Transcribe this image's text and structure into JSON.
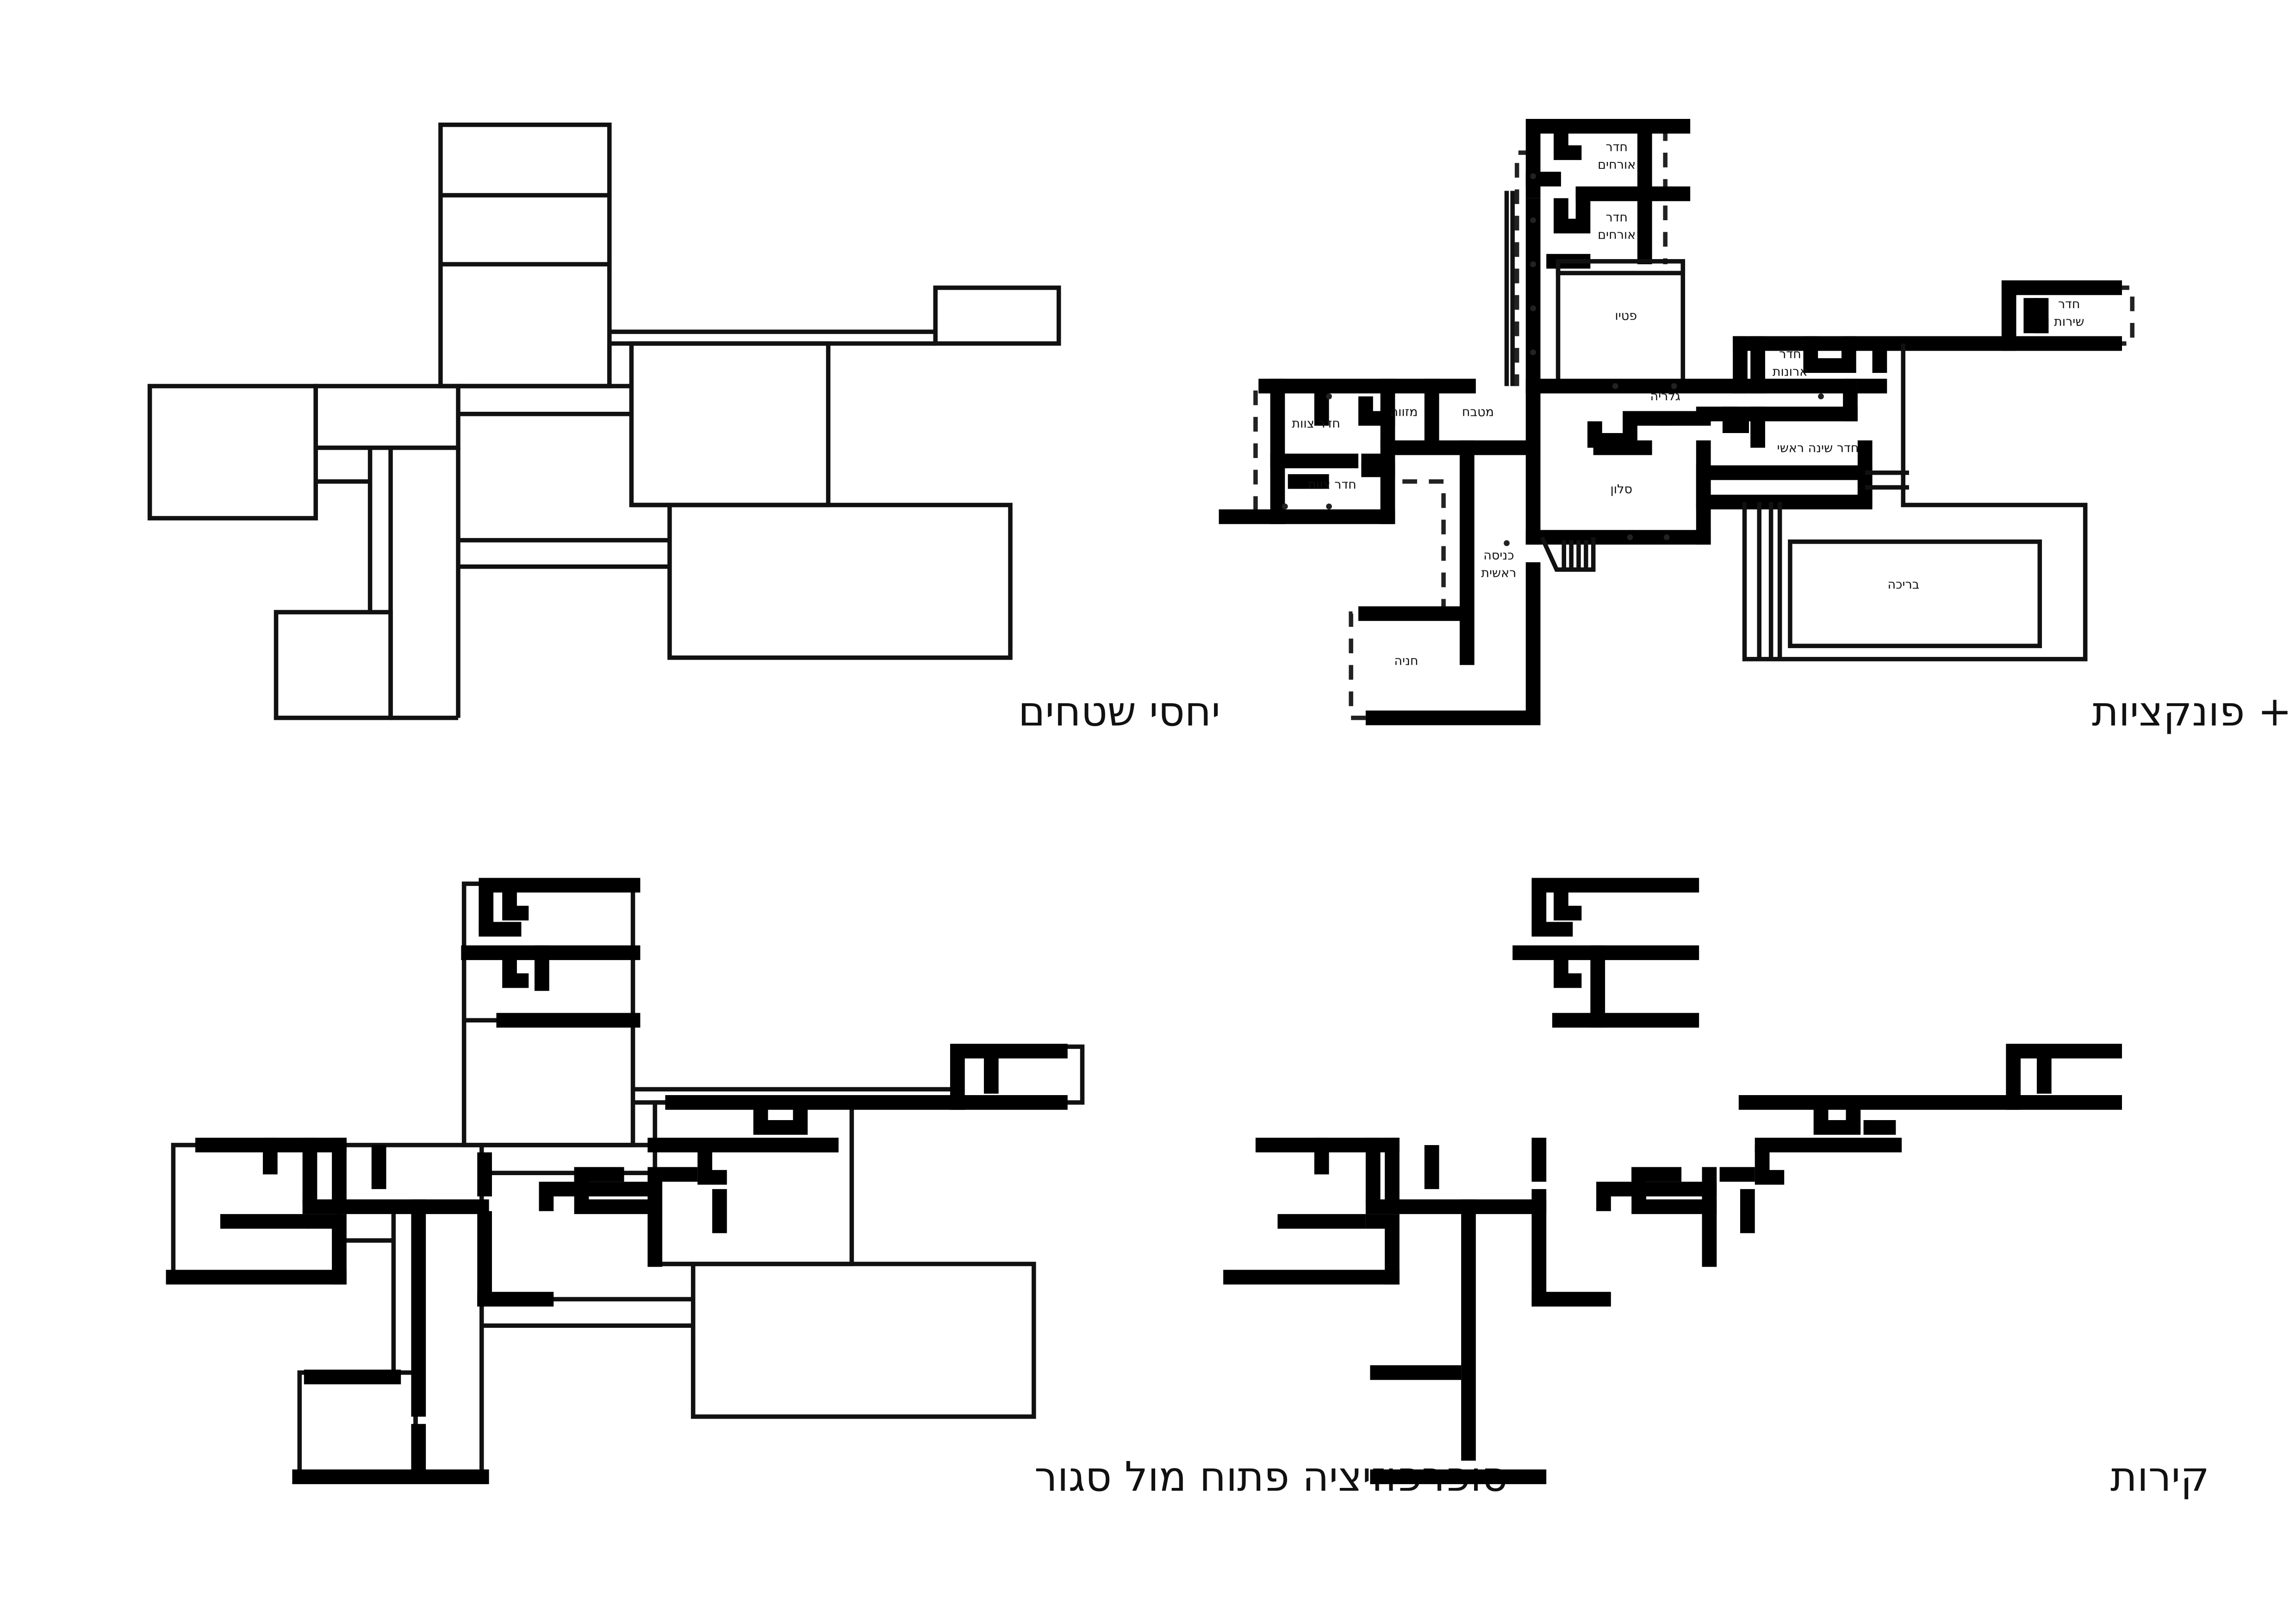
{
  "panels": {
    "area_relations": {
      "title": "יחסי שטחים"
    },
    "general_plan": {
      "title": "תוכנית כללית + פונקציות",
      "rooms": {
        "guest_room_1_a": "חדר",
        "guest_room_1_b": "אורחים",
        "guest_room_2_a": "חדר",
        "guest_room_2_b": "אורחים",
        "patio": "פטיו",
        "service_room_a": "חדר",
        "service_room_b": "שירות",
        "wardrobe_a": "חדר",
        "wardrobe_b": "ארונות",
        "gallery": "גלריה",
        "staff_room_1": "חדר צוות",
        "staff_room_2": "חדר צוות",
        "pantry": "מזווה",
        "kitchen": "מטבח",
        "master_bedroom": "חדר שינה ראשי",
        "living_room": "סלון",
        "main_entrance_a": "כניסה",
        "main_entrance_b": "ראשית",
        "parking": "חניה",
        "pool": "בריכה"
      }
    },
    "superposition": {
      "title": "סופרפוזיציה פתוח מול סגור"
    },
    "walls": {
      "title": "קירות"
    }
  }
}
